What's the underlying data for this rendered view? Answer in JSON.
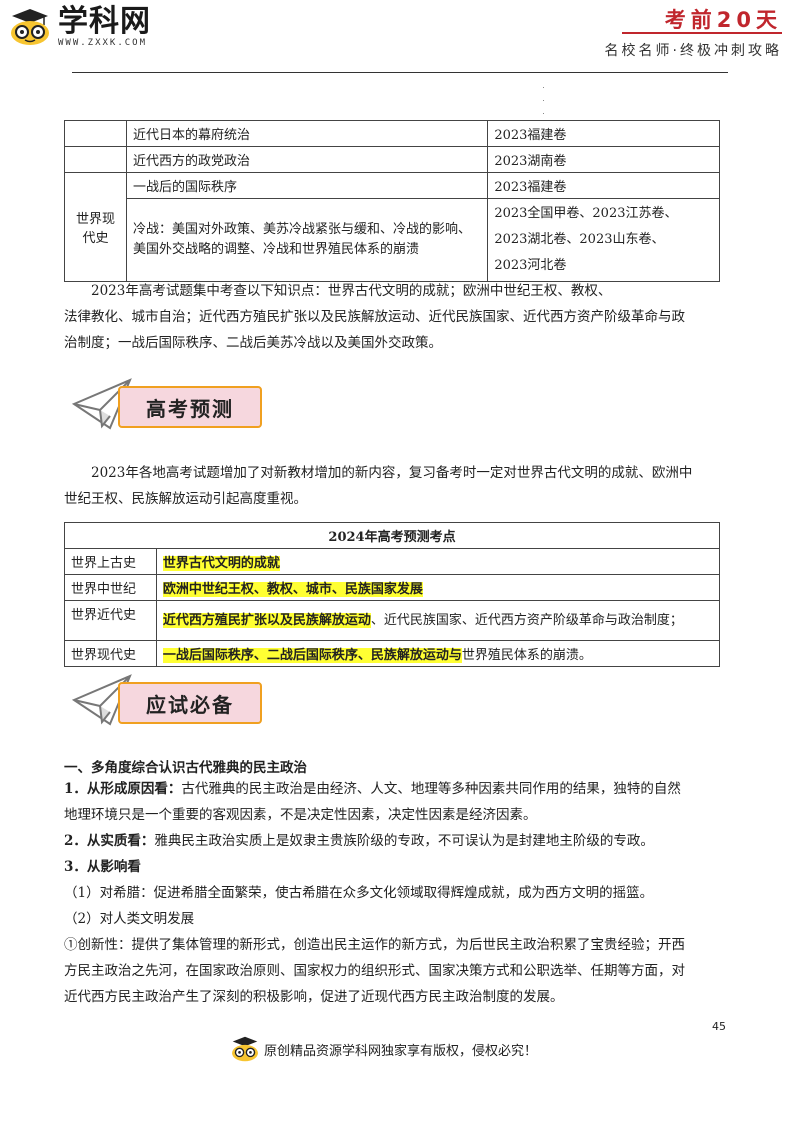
{
  "header": {
    "logo_text": "学科网",
    "logo_url": "WWW.ZXXK.COM",
    "title": "考前20天",
    "subtitle": "名校名师·终极冲刺攻略"
  },
  "table1": {
    "rows": [
      {
        "topic": "近代日本的幕府统治",
        "papers": "2023福建卷"
      },
      {
        "topic": "近代西方的政党政治",
        "papers": "2023湖南卷"
      },
      {
        "topic": "一战后的国际秩序",
        "papers": "2023福建卷"
      },
      {
        "topic": "冷战：美国对外政策、美苏冷战紧张与缓和、冷战的影响、美国外交战略的调整、冷战和世界殖民体系的崩溃",
        "papers_lines": [
          "2023全国甲卷、2023江苏卷、",
          "2023湖北卷、2023山东卷、",
          "2023河北卷"
        ]
      }
    ],
    "category_world_modern": "世界现代史"
  },
  "summary_2023": {
    "line1": "2023年高考试题集中考查以下知识点：世界古代文明的成就；欧洲中世纪王权、教权、",
    "line2": "法律教化、城市自治；近代西方殖民扩张以及民族解放运动、近代民族国家、近代西方资产阶级革命与政",
    "line3": "治制度；一战后国际秩序、二战后美苏冷战以及美国外交政策。"
  },
  "banner_predict": "高考预测",
  "predict_paragraph": {
    "line1": "2023年各地高考试题增加了对新教材增加的新内容，复习备考时一定对世界古代文明的成就、欧洲中",
    "line2": "世纪王权、民族解放运动引起高度重视。"
  },
  "table2": {
    "title": "2024年高考预测考点",
    "rows": [
      {
        "period": "世界上古史",
        "hl": "世界古代文明的成就",
        "rest": ""
      },
      {
        "period": "世界中世纪",
        "hl": "欧洲中世纪王权、教权、城市、民族国家发展",
        "rest": ""
      },
      {
        "period": "世界近代史",
        "hl": "近代西方殖民扩张以及民族解放运动",
        "rest": "、近代民族国家、近代西方资产阶级革命与政治制度；"
      },
      {
        "period": "世界现代史",
        "hl": "一战后国际秩序、二战后国际秩序、民族解放运动与",
        "rest": "世界殖民体系的崩溃。"
      }
    ]
  },
  "banner_exam": "应试必备",
  "section1": {
    "title": "一、多角度综合认识古代雅典的民主政治",
    "p1_label": "1．从形成原因看：",
    "p1_text": "古代雅典的民主政治是由经济、人文、地理等多种因素共同作用的结果，独特的自然",
    "p1_line2": "地理环境只是一个重要的客观因素，不是决定性因素，决定性因素是经济因素。",
    "p2_label": "2．从实质看：",
    "p2_text": "雅典民主政治实质上是奴隶主贵族阶级的专政，不可误认为是封建地主阶级的专政。",
    "p3_label": "3．从影响看",
    "p3a": "（1）对希腊：促进希腊全面繁荣，使古希腊在众多文化领域取得辉煌成就，成为西方文明的摇篮。",
    "p3b": "（2）对人类文明发展",
    "p3c1": "①创新性：提供了集体管理的新形式，创造出民主运作的新方式，为后世民主政治积累了宝贵经验；开西",
    "p3c2": "方民主政治之先河，在国家政治原则、国家权力的组织形式、国家决策方式和公职选举、任期等方面，对",
    "p3c3": "近代西方民主政治产生了深刻的积极影响，促进了近现代西方民主政治制度的发展。"
  },
  "footer": {
    "page_number": "45",
    "copyright": "原创精品资源学科网独家享有版权，侵权必究！"
  },
  "colors": {
    "brand_red": "#c0262d",
    "highlight": "#ffff33",
    "banner_bg": "#f6d7de",
    "banner_border": "#f0a020"
  }
}
